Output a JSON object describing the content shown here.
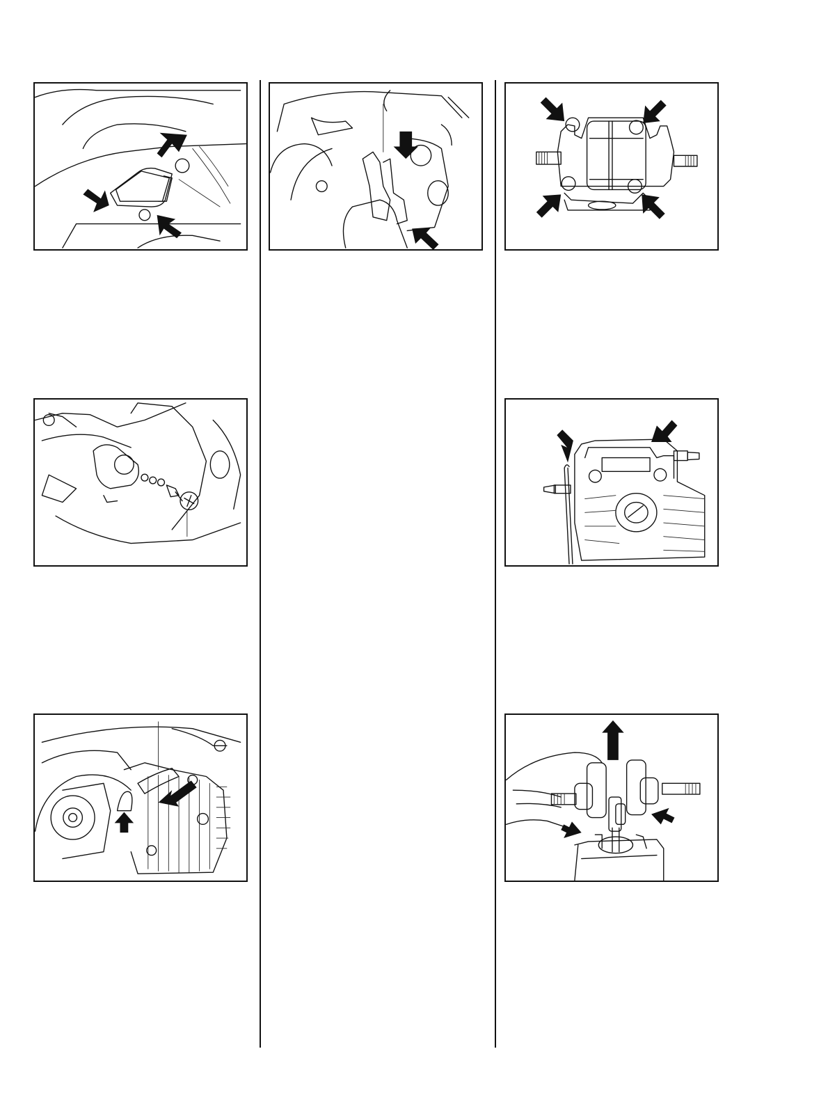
{
  "page": {
    "figures": [
      {
        "id": "fig-1",
        "arrows": 3,
        "description_icon": "cover-plate-icon"
      },
      {
        "id": "fig-2",
        "arrows": 0,
        "callout_lines": 1,
        "description_icon": "bolt-assembly-icon"
      },
      {
        "id": "fig-3",
        "arrows": 2,
        "callout_lines": 1,
        "description_icon": "impulse-hose-icon"
      },
      {
        "id": "fig-4",
        "arrows": 2,
        "callout_lines": 1,
        "description_icon": "gasket-removal-icon"
      },
      {
        "id": "fig-5",
        "arrows": 4,
        "description_icon": "crankcase-screws-icon"
      },
      {
        "id": "fig-6",
        "arrows": 2,
        "description_icon": "cylinder-pry-icon"
      },
      {
        "id": "fig-7",
        "arrows": 3,
        "description_icon": "crankshaft-removal-icon"
      }
    ],
    "colors": {
      "line": "#111111",
      "background": "#ffffff"
    }
  }
}
